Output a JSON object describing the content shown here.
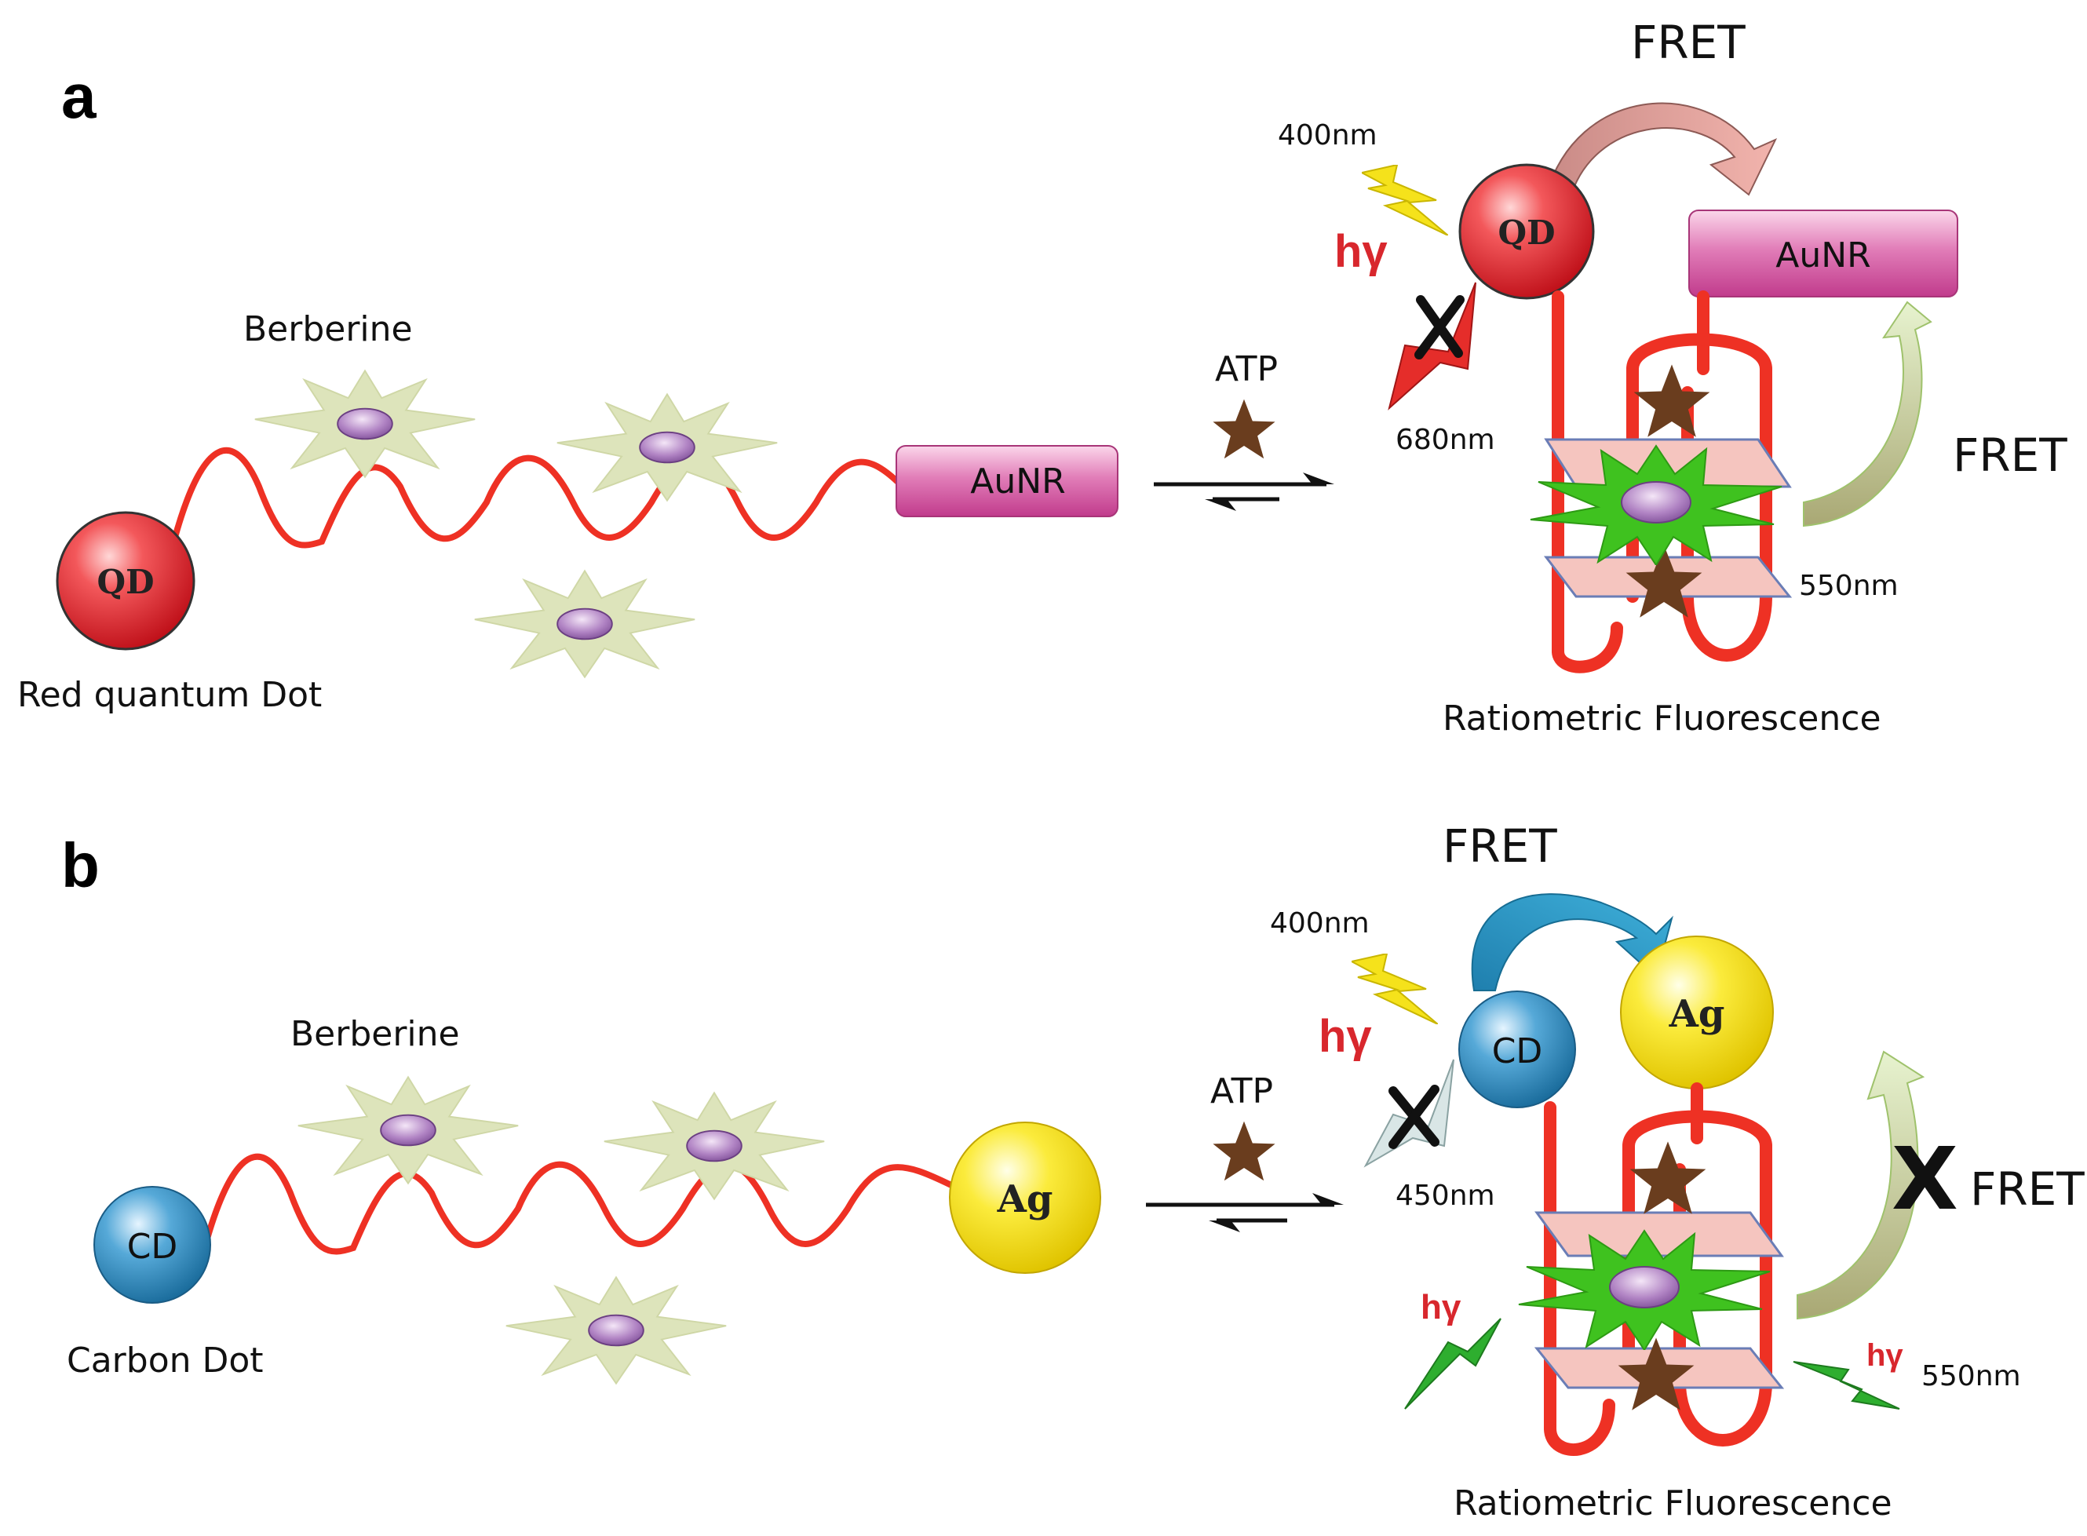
{
  "panels": {
    "a": {
      "label": "a",
      "donor": "QD",
      "donor_caption": "Red quantum Dot",
      "acceptor": "AuNR",
      "berberine": "Berberine",
      "analyte": "ATP",
      "excitation": "400nm",
      "hv": "hγ",
      "emission_quenched": "680nm",
      "fret_top": "FRET",
      "fret_right": "FRET",
      "emission_berberine": "550nm",
      "result": "Ratiometric Fluorescence"
    },
    "b": {
      "label": "b",
      "donor": "CD",
      "donor_caption": "Carbon Dot",
      "acceptor": "Ag",
      "berberine": "Berberine",
      "analyte": "ATP",
      "excitation": "400nm",
      "hv": "hγ",
      "emission_quenched": "450nm",
      "fret_top": "FRET",
      "fret_right": "FRET",
      "emission_berberine": "550nm",
      "result": "Ratiometric Fluorescence",
      "block_mark": "X"
    }
  },
  "colors": {
    "dna": "#ee3124",
    "qd": "#e8262a",
    "aunr": "#d9499a",
    "cd": "#2b8fc7",
    "ag": "#f7e017",
    "berberine_star": "#dbe3b8",
    "berberine_core": "#9b6bb0",
    "atp_star": "#6a3d1e",
    "quadruplex_star": "#3fc21f",
    "excitation_bolt": "#f5e21b",
    "emission_red": "#e52d2a",
    "emission_green": "#2eae2f",
    "fret_blue": "#2a93bd",
    "fret_pink": "#e6a49a",
    "fret_green": "#b9d58a"
  }
}
